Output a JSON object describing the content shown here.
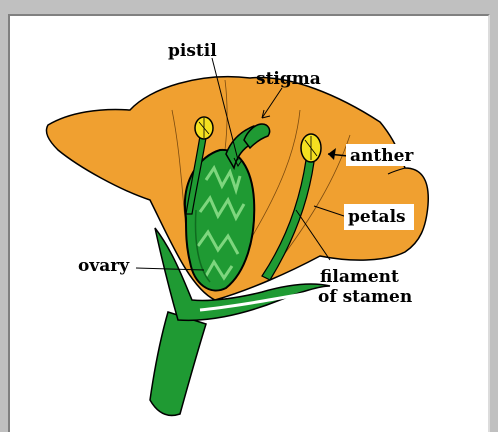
{
  "diagram": {
    "labels": {
      "pistil": "pistil",
      "stigma": "stigma",
      "anther": "anther",
      "petals": "petals",
      "ovary": "ovary",
      "filament_line1": "filament",
      "filament_line2": "of stamen"
    },
    "colors": {
      "petal": "#f0a030",
      "green": "#1f9a33",
      "dark_green": "#0f6b1f",
      "anther": "#f5e020",
      "outline": "#000000",
      "window_bg": "#c0c0c0",
      "canvas_bg": "#ffffff"
    }
  }
}
